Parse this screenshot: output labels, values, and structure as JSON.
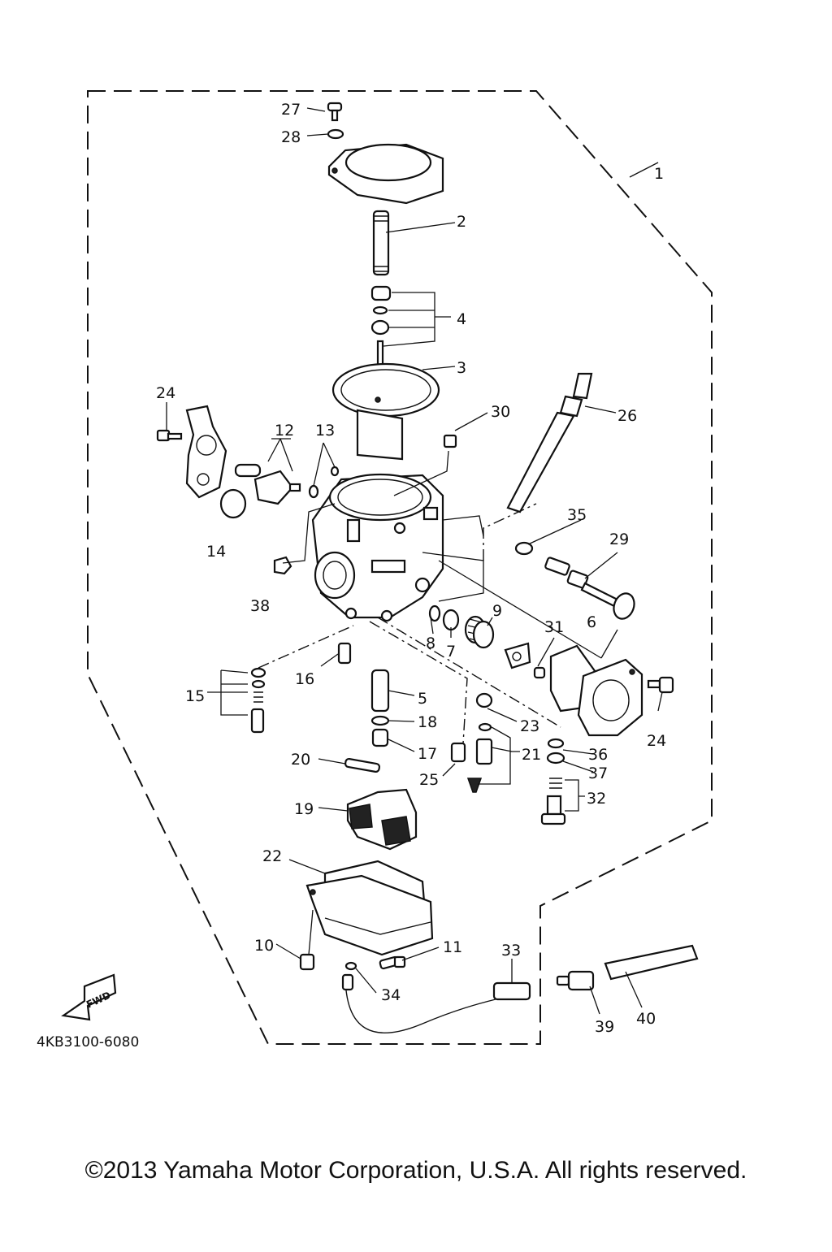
{
  "diagram": {
    "part_labels": [
      "1",
      "2",
      "3",
      "4",
      "5",
      "6",
      "7",
      "8",
      "9",
      "10",
      "11",
      "12",
      "13",
      "14",
      "15",
      "16",
      "17",
      "18",
      "19",
      "20",
      "21",
      "22",
      "23",
      "24",
      "24",
      "25",
      "26",
      "27",
      "28",
      "29",
      "30",
      "31",
      "32",
      "33",
      "34",
      "35",
      "36",
      "37",
      "38",
      "39",
      "40"
    ],
    "drawing_code": "4KB3100-6080",
    "fwd_arrow": "FWD",
    "copyright": "©2013 Yamaha Motor Corporation, U.S.A. All rights reserved."
  }
}
